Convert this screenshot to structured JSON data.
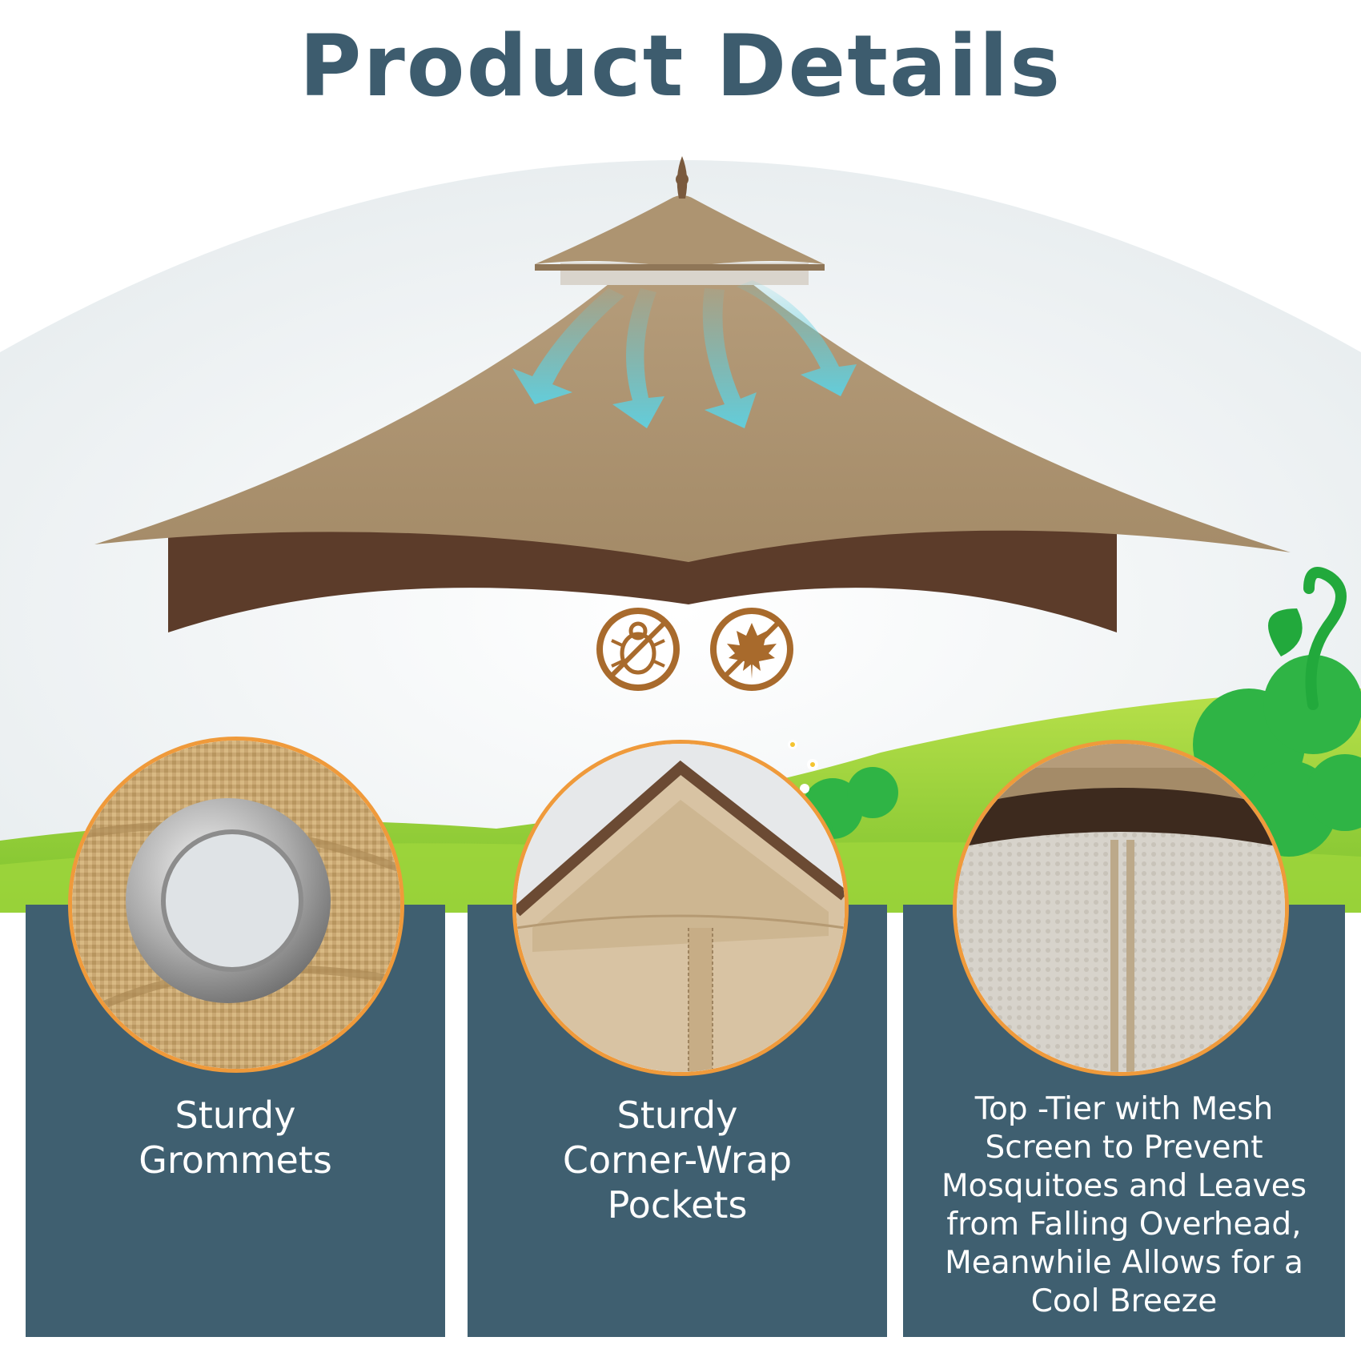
{
  "header": {
    "title": "Product Details"
  },
  "features": [
    {
      "title": "Sturdy\nGrommets",
      "icon": "grommet-icon"
    },
    {
      "title": "Sturdy\nCorner-Wrap\nPockets",
      "icon": "corner-pocket-icon"
    },
    {
      "title": "Top -Tier with Mesh\nScreen to Prevent\nMosquitoes and Leaves\nfrom Falling Overhead,\nMeanwhile Allows for a\nCool Breeze",
      "icon": "mesh-screen-icon"
    }
  ],
  "badges": [
    {
      "icon": "no-insects-icon"
    },
    {
      "icon": "maple-leaf-icon"
    }
  ],
  "colors": {
    "title": "#3d5c6e",
    "panel": "#3f5f70",
    "accent": "#ef9a3b",
    "canopy": "#a98e6c",
    "canopy_dark": "#5c3c2a",
    "airflow": "#5fd0e0",
    "badge": "#a86a2c"
  }
}
